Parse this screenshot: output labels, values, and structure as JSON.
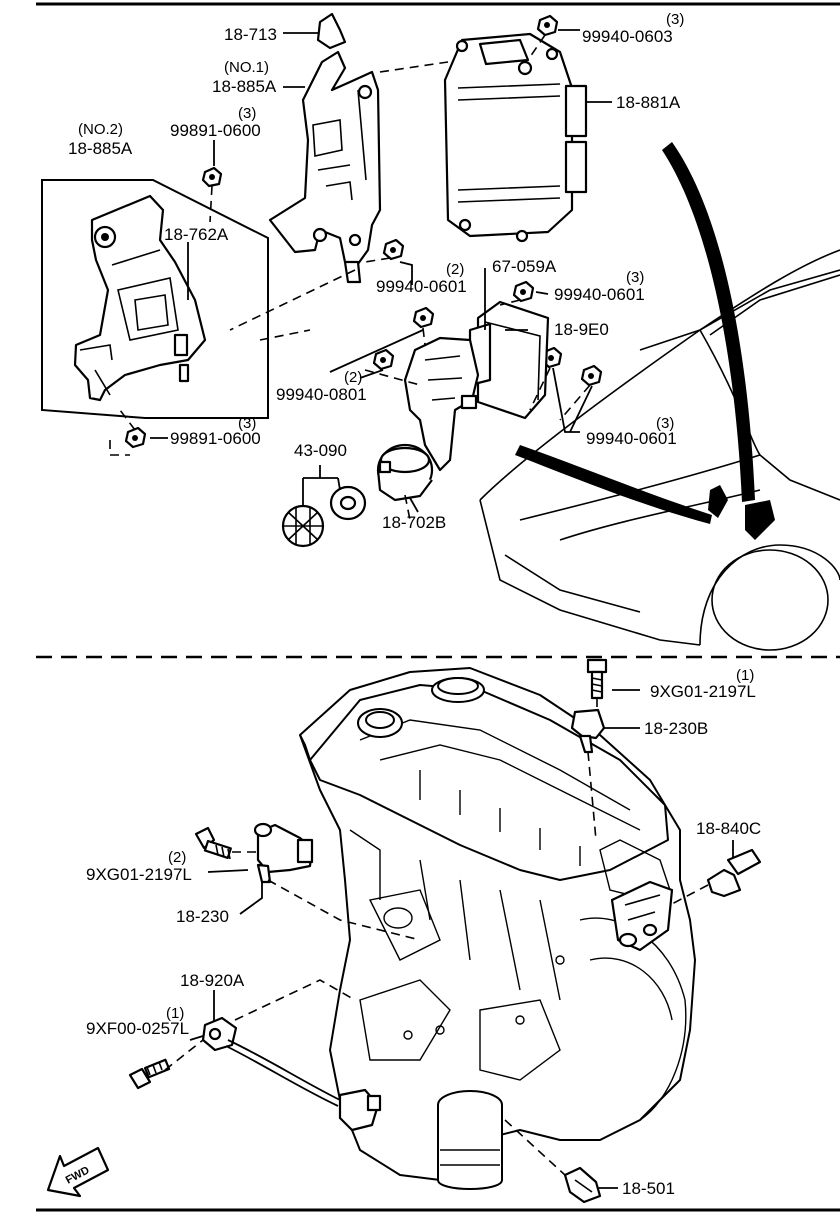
{
  "labels": {
    "p18_713": "18-713",
    "no1": "(NO.1)",
    "p18_885A_no1": "18-885A",
    "q99940_0603": "(3)",
    "p99940_0603": "99940-0603",
    "p18_881A": "18-881A",
    "no2": "(NO.2)",
    "p18_885A_no2": "18-885A",
    "q99891_0600_top": "(3)",
    "p99891_0600_top": "99891-0600",
    "p18_762A": "18-762A",
    "q99940_0601_a": "(2)",
    "p99940_0601_a": "99940-0601",
    "p67_059A": "67-059A",
    "q99940_0601_b": "(3)",
    "p99940_0601_b": "99940-0601",
    "p18_9E0": "18-9E0",
    "q99940_0801": "(2)",
    "p99940_0801": "99940-0801",
    "q99940_0601_c": "(3)",
    "p99940_0601_c": "99940-0601",
    "q99891_0600_bot": "(3)",
    "p99891_0600_bot": "99891-0600",
    "p43_090": "43-090",
    "p18_702B": "18-702B",
    "q9XG01_2197L_top": "(1)",
    "p9XG01_2197L_top": "9XG01-2197L",
    "p18_230B": "18-230B",
    "p18_840C": "18-840C",
    "q9XG01_2197L_left": "(2)",
    "p9XG01_2197L_left": "9XG01-2197L",
    "p18_230": "18-230",
    "p18_920A": "18-920A",
    "q9XF00_0257L": "(1)",
    "p9XF00_0257L": "9XF00-0257L",
    "p18_501": "18-501",
    "fwd": "FWD"
  }
}
